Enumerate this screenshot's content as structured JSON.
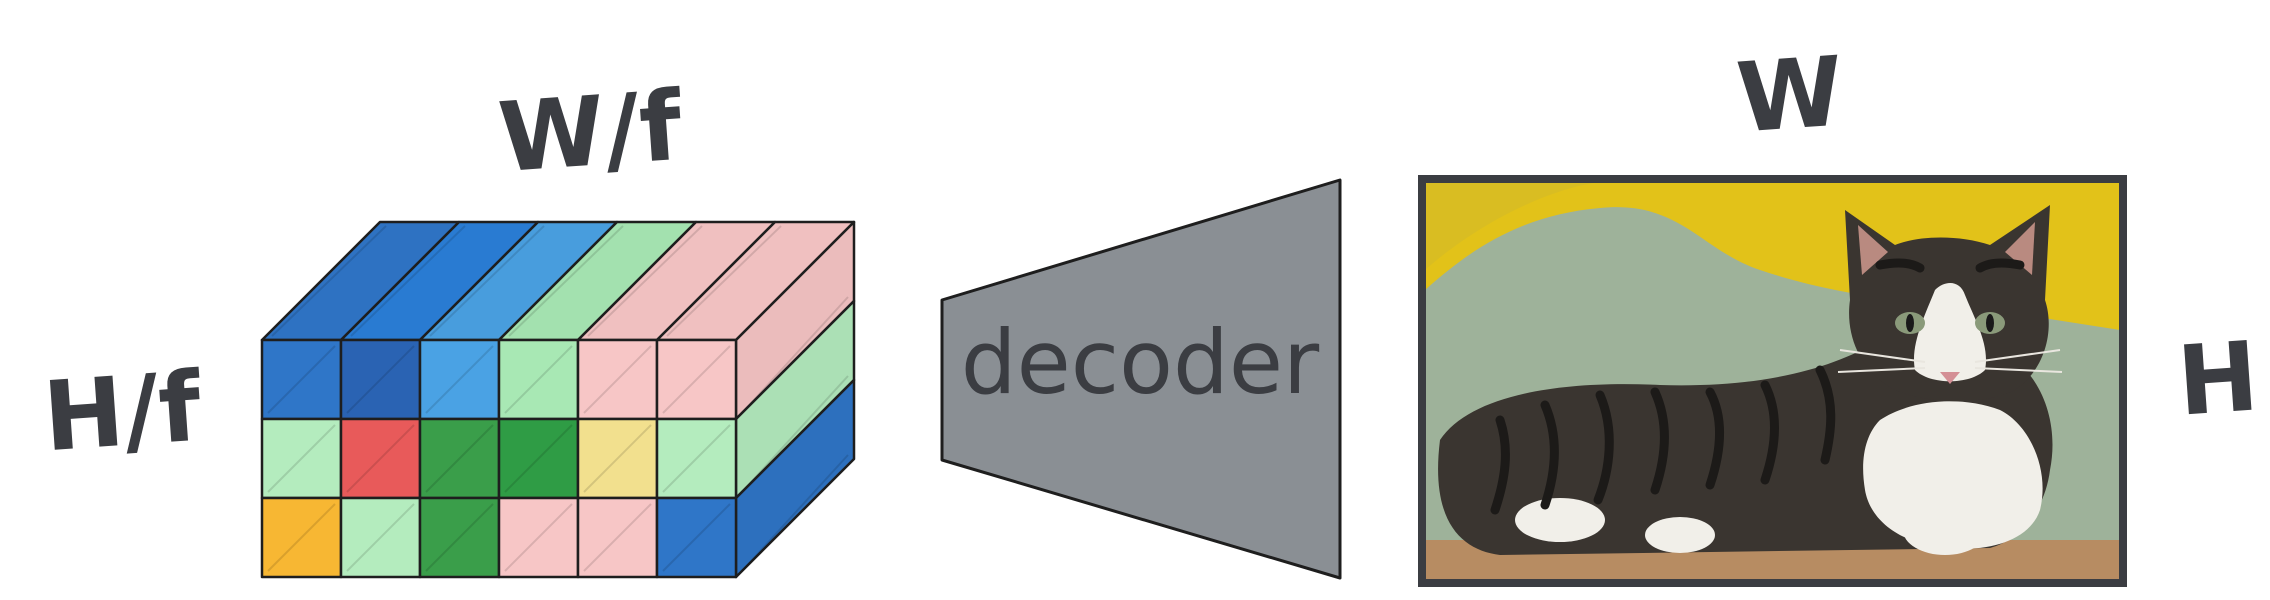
{
  "labels": {
    "width_over_f": "W/f",
    "height_over_f": "H/f",
    "decoder": "decoder",
    "width": "W",
    "height": "H"
  },
  "latent_grid": {
    "rows": 3,
    "cols": 6,
    "front_colors": [
      [
        "#2f76c8",
        "#2a63b3",
        "#4aa2e4",
        "#a8e8b4",
        "#f7c6c6",
        "#f7c6c6"
      ],
      [
        "#b4ecbe",
        "#e85a5a",
        "#3a9e4a",
        "#2f9c45",
        "#f2e08e",
        "#b4ecbe"
      ],
      [
        "#f7b733",
        "#b4ecbe",
        "#3a9e4a",
        "#f7c6c6",
        "#f7c6c6",
        "#2f76c8"
      ]
    ],
    "top_colors": [
      "#2f76c8",
      "#2a7fd8",
      "#4aa2e4",
      "#a8e8b4",
      "#f7c6c6",
      "#f7c6c6"
    ],
    "side_colors": [
      "#f7c6c6",
      "#b4ecbe",
      "#2f76c8"
    ]
  },
  "decoder_color": "#8a8f94",
  "image": {
    "subject": "cat-photo",
    "colors": {
      "background_yellow": "#e2c219",
      "background_sage": "#9eb29a",
      "table": "#b78c62",
      "fur_dark": "#3a3530",
      "fur_white": "#f1efe9"
    }
  }
}
